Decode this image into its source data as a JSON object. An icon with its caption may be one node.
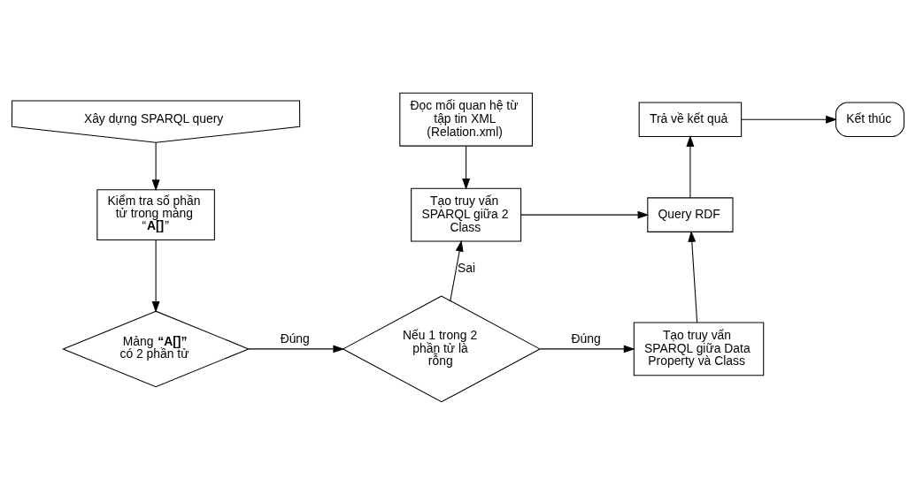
{
  "diagram": {
    "nodes": [
      {
        "text": [
          "Xây dựng SPARQL query"
        ]
      },
      {
        "text": [
          "Kiểm tra số phần tử trong mảng “**A[]**”"
        ]
      },
      {
        "text": [
          "Mảng **“A[]”** có 2 phần tử"
        ]
      },
      {
        "text": [
          "Nếu 1 trong 2 phần tử là rỗng"
        ]
      },
      {
        "text": [
          "Đọc mối quan hệ từ tập tin XML (Relation.xml)"
        ]
      },
      {
        "text": [
          "Tạo truy vấn SPARQL giữa 2 Class"
        ]
      },
      {
        "text": [
          "Tạo truy vấn SPARQL giữa Data Property và Class"
        ]
      },
      {
        "text": [
          "Query RDF"
        ]
      },
      {
        "text": [
          "Trả về kết quả"
        ]
      },
      {
        "text": [
          "Kết thúc"
        ]
      }
    ],
    "edges": [
      {
        "from": 0,
        "to": 1,
        "arrow": "to"
      },
      {
        "from": 1,
        "to": 2,
        "arrow": "to"
      },
      {
        "from": 2,
        "to": 3,
        "arrow": "to",
        "label": "Đúng"
      },
      {
        "from": 3,
        "to": 5,
        "arrow": "to",
        "label": "Sai"
      },
      {
        "from": 4,
        "to": 5,
        "arrow": "to"
      },
      {
        "from": 5,
        "to": 7,
        "arrow": "to"
      },
      {
        "from": 3,
        "to": 6,
        "arrow": "to",
        "label": "Đúng"
      },
      {
        "from": 6,
        "to": 7,
        "arrow": "to"
      },
      {
        "from": 7,
        "to": 8,
        "arrow": "to"
      },
      {
        "from": 8,
        "to": 9,
        "arrow": "to"
      }
    ]
  }
}
